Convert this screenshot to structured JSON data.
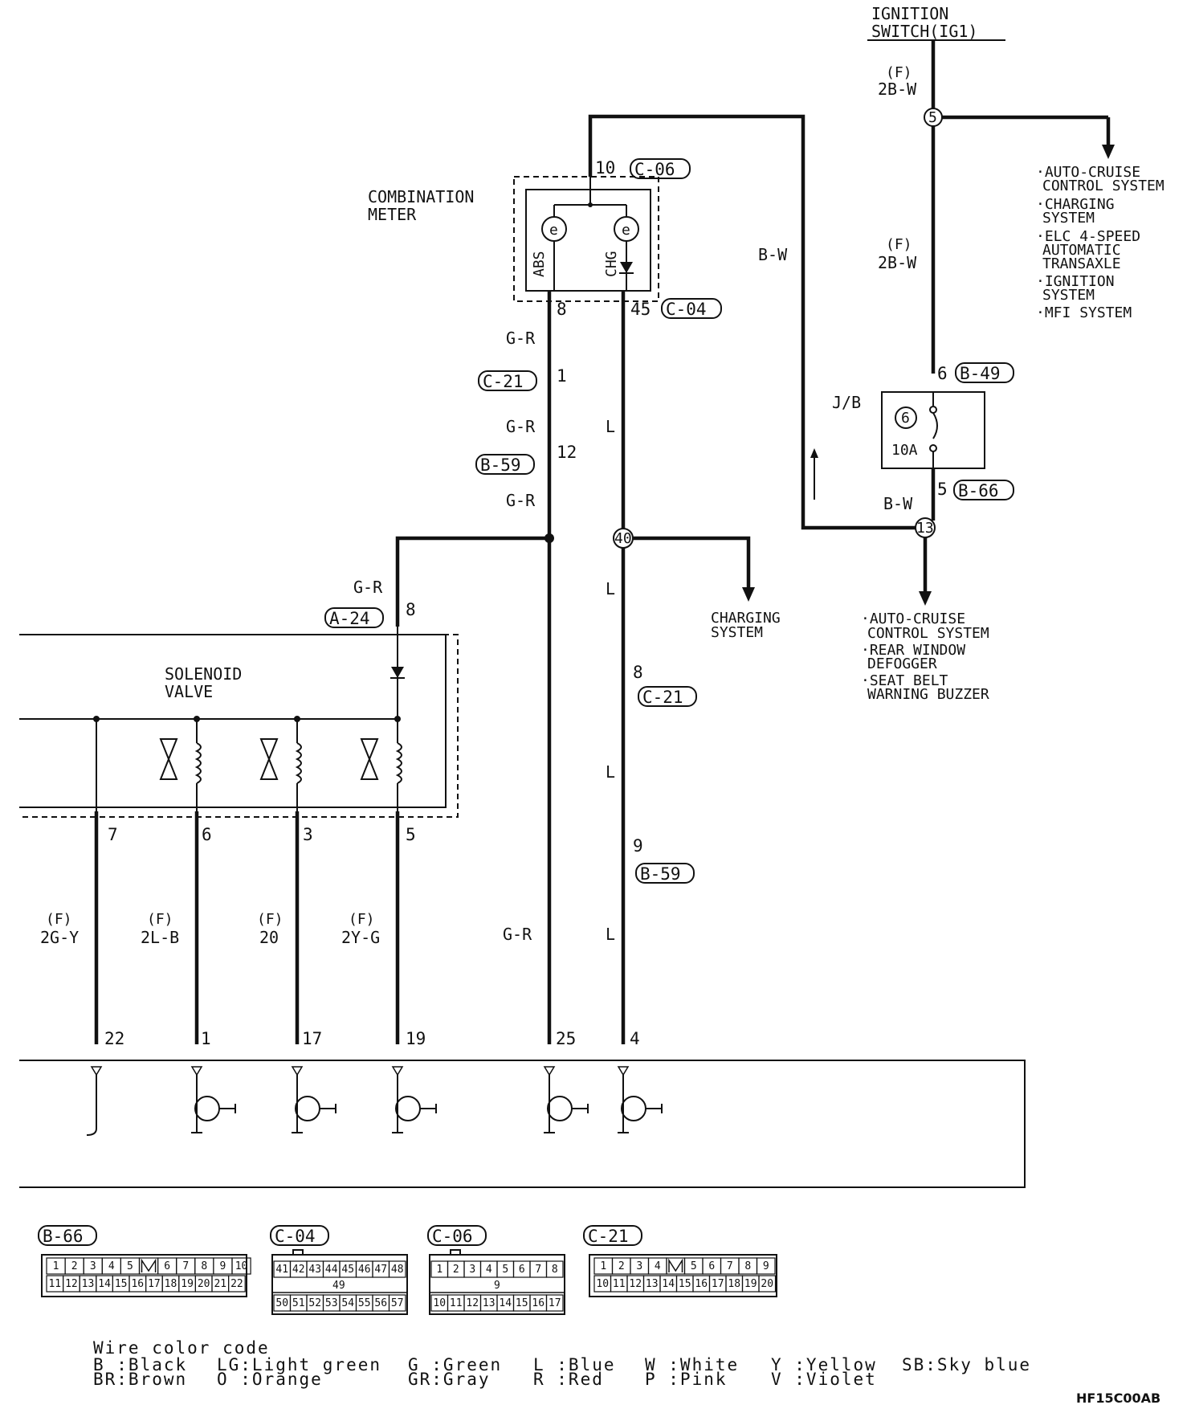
{
  "title_block": {
    "ignition_line1": "IGNITION",
    "ignition_line2": "SWITCH(IG1)",
    "diagram_code": "HF15C00AB"
  },
  "wire_labels": {
    "f_tag": "(F)",
    "ig_2bw_a": "2B-W",
    "ig_2bw_b": "2B-W",
    "bw_long": "B-W",
    "bw_jb": "B-W",
    "gr1": "G-R",
    "gr2": "G-R",
    "gr3": "G-R",
    "gr4": "G-R",
    "gr_bottom": "G-R",
    "l1": "L",
    "l2": "L",
    "l3": "L",
    "l4": "L",
    "f_2gy": "2G-Y",
    "f_2lb": "2L-B",
    "f_20": "20",
    "f_2yg": "2Y-G"
  },
  "components": {
    "combination_meter_1": "COMBINATION",
    "combination_meter_2": "METER",
    "abs": "ABS",
    "chg": "CHG",
    "jb": "J/B",
    "fuse_num": "6",
    "fuse_rating": "10A",
    "solenoid_1": "SOLENOID",
    "solenoid_2": "VALVE"
  },
  "connectors": {
    "c06": "C-06",
    "c04": "C-04",
    "c21": "C-21",
    "b59": "B-59",
    "b49": "B-49",
    "b66": "B-66",
    "a24": "A-24"
  },
  "pins": {
    "p10": "10",
    "p8m": "8",
    "p45": "45",
    "p1": "1",
    "p12": "12",
    "p6": "6",
    "p5": "5",
    "p13": "13",
    "p5s": "5",
    "p40": "40",
    "p8a": "8",
    "p8c": "8",
    "p9": "9",
    "s7": "7",
    "s6": "6",
    "s3": "3",
    "s5": "5",
    "e22": "22",
    "e1": "1",
    "e17": "17",
    "e19": "19",
    "e25": "25",
    "e4": "4"
  },
  "dest_top": [
    "AUTO-CRUISE",
    "CONTROL SYSTEM",
    "CHARGING",
    "SYSTEM",
    "ELC 4-SPEED",
    "AUTOMATIC",
    "TRANSAXLE",
    "IGNITION",
    "SYSTEM",
    "MFI SYSTEM"
  ],
  "dest_mid": [
    "CHARGING",
    "SYSTEM"
  ],
  "dest_bottom": [
    "AUTO-CRUISE",
    "CONTROL SYSTEM",
    "REAR WINDOW",
    "DEFOGGER",
    "SEAT BELT",
    "WARNING BUZZER"
  ],
  "connector_views": {
    "b66": {
      "title": "B-66",
      "row1": [
        "1",
        "2",
        "3",
        "4",
        "5",
        "",
        "6",
        "7",
        "8",
        "9",
        "10"
      ],
      "row2": [
        "11",
        "12",
        "13",
        "14",
        "15",
        "16",
        "17",
        "18",
        "19",
        "20",
        "21",
        "22"
      ]
    },
    "c04": {
      "title": "C-04",
      "row1": [
        "41",
        "42",
        "43",
        "44",
        "45",
        "46",
        "47",
        "48"
      ],
      "mid": "49",
      "row3": [
        "50",
        "51",
        "52",
        "53",
        "54",
        "55",
        "56",
        "57"
      ]
    },
    "c06": {
      "title": "C-06",
      "row1": [
        "1",
        "2",
        "3",
        "4",
        "5",
        "6",
        "7",
        "8"
      ],
      "mid": "9",
      "row3": [
        "10",
        "11",
        "12",
        "13",
        "14",
        "15",
        "16",
        "17"
      ]
    },
    "c21": {
      "title": "C-21",
      "row1": [
        "1",
        "2",
        "3",
        "4",
        "",
        "5",
        "6",
        "7",
        "8",
        "9"
      ],
      "row2": [
        "10",
        "11",
        "12",
        "13",
        "14",
        "15",
        "16",
        "17",
        "18",
        "19",
        "20"
      ]
    }
  },
  "wire_color_code": {
    "heading": "Wire color code",
    "entries": [
      [
        "B :Black",
        "BR:Brown"
      ],
      [
        "LG:Light green",
        "O :Orange"
      ],
      [
        "G :Green",
        "GR:Gray"
      ],
      [
        "L :Blue",
        "R :Red"
      ],
      [
        "W :White",
        "P :Pink"
      ],
      [
        "Y :Yellow",
        "V :Violet"
      ],
      [
        "SB:Sky blue",
        ""
      ]
    ]
  }
}
